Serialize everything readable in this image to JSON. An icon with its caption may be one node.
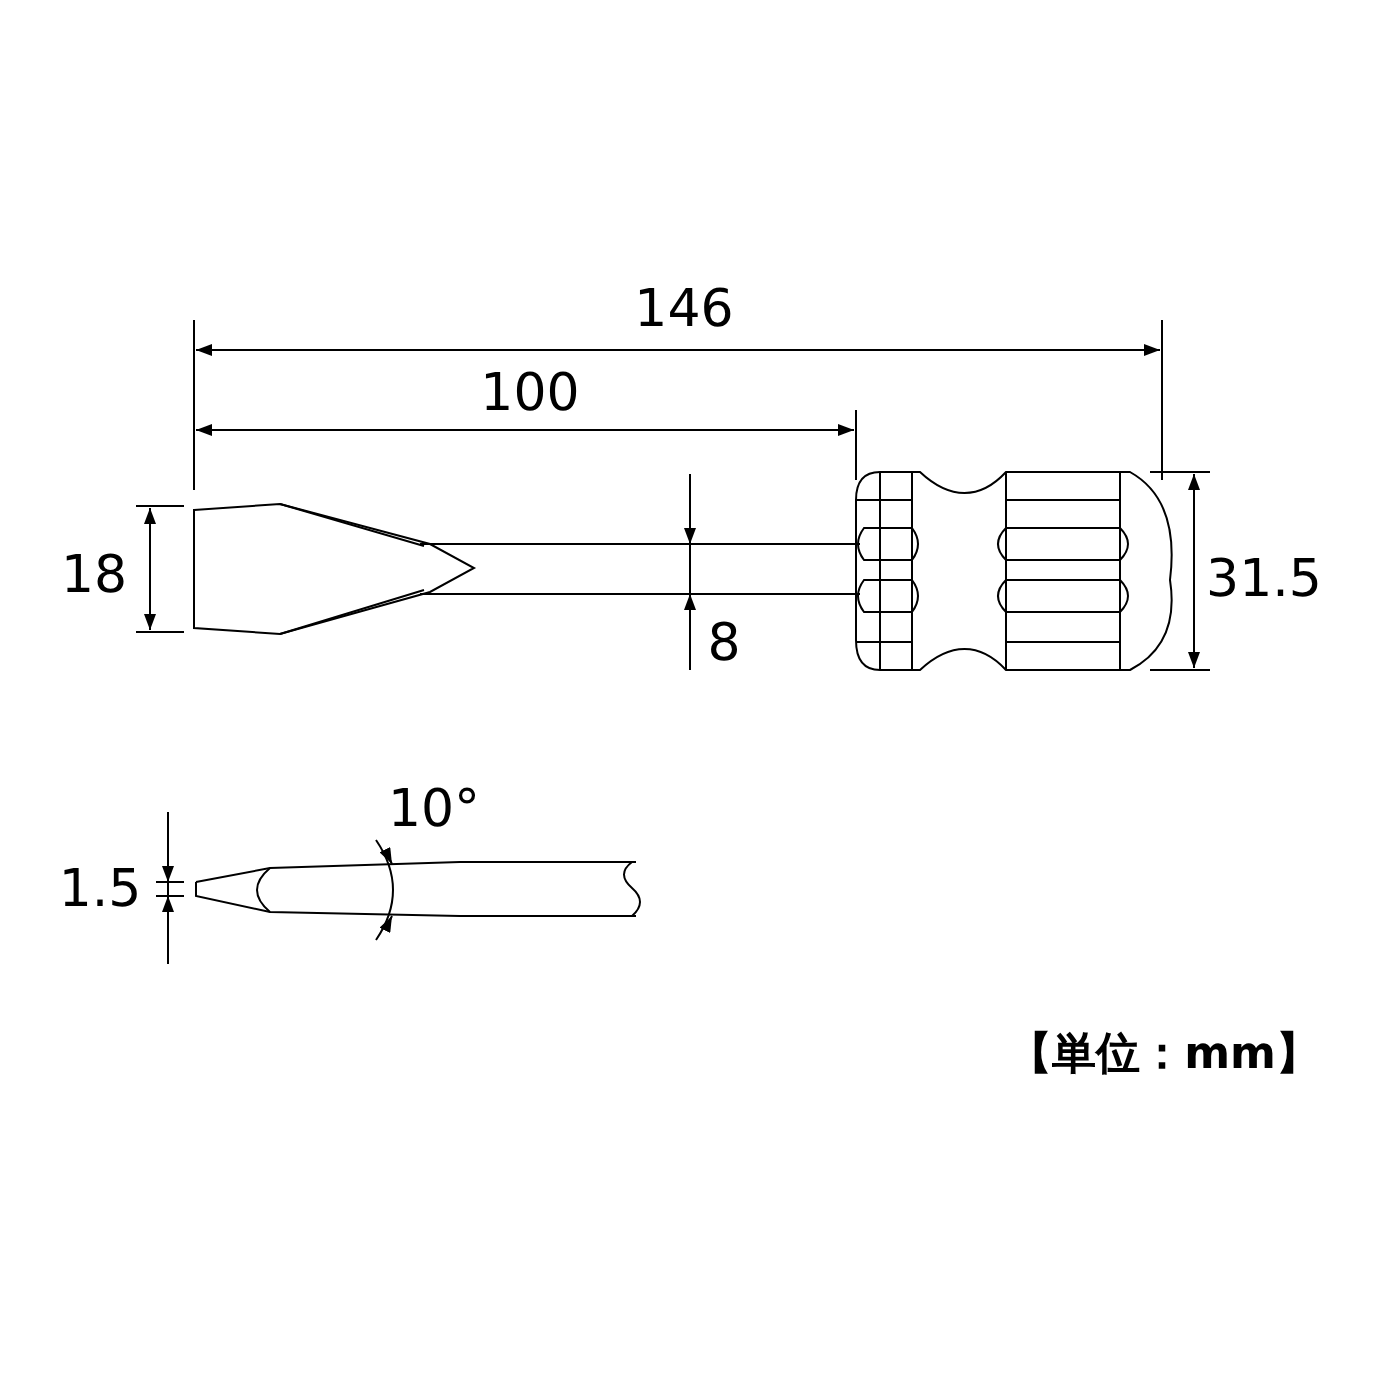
{
  "diagram": {
    "labels": [
      "146",
      "100",
      "18",
      "8",
      "31.5",
      "10°",
      "1.5",
      "【単位：mm】"
    ]
  }
}
